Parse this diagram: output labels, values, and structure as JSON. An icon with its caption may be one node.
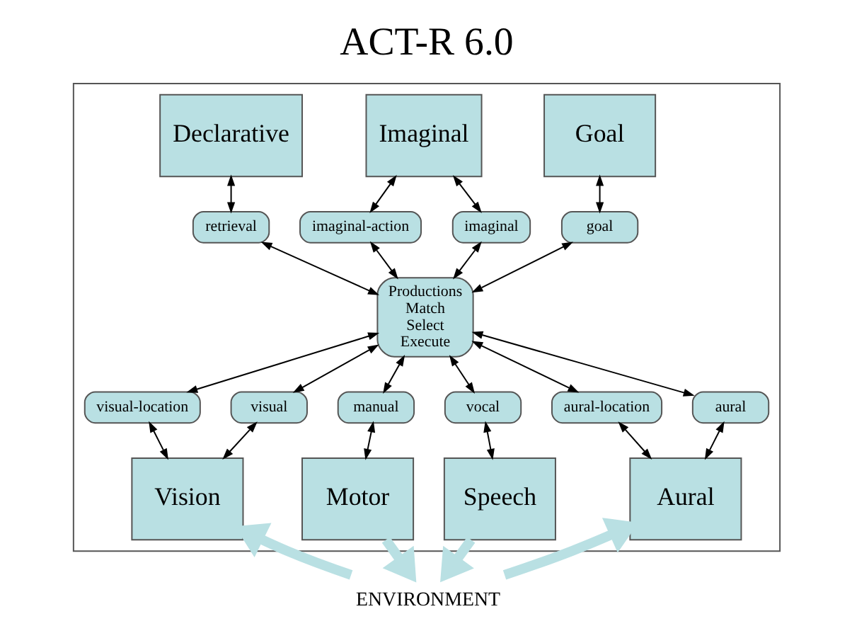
{
  "diagram": {
    "title": "ACT-R 6.0",
    "nodes": [
      {
        "text": [],
        "shape": "box"
      },
      {
        "text": [
          "Goal"
        ],
        "in": 0
      },
      {
        "text": [
          "goal"
        ],
        "in": 0
      },
      {
        "text": [
          "Imaginal"
        ],
        "in": 0
      },
      {
        "text": [
          "imaginal-action"
        ],
        "in": 0
      },
      {
        "text": [
          "imaginal"
        ],
        "in": 0
      },
      {
        "text": [
          "Declarative"
        ],
        "in": 0
      },
      {
        "text": [
          "retrieval"
        ],
        "in": 0
      },
      {
        "text": [
          "Productions",
          "Match",
          "Select",
          "Execute"
        ],
        "in": 0
      },
      {
        "text": [
          "visual-location"
        ],
        "in": 0
      },
      {
        "text": [
          "visual"
        ],
        "in": 0
      },
      {
        "text": [
          "Vision"
        ],
        "in": 0
      },
      {
        "text": [
          "manual"
        ],
        "in": 0
      },
      {
        "text": [
          "Motor"
        ],
        "in": 0
      },
      {
        "text": [
          "vocal"
        ],
        "in": 0
      },
      {
        "text": [
          "Speech"
        ],
        "in": 0
      },
      {
        "text": [
          "aural-location"
        ],
        "in": 0
      },
      {
        "text": [
          "aural"
        ],
        "in": 0
      },
      {
        "text": [
          "Aural"
        ],
        "in": 0
      },
      {
        "text": [
          "ENVIRONMENT"
        ]
      }
    ],
    "edges": [
      {
        "from": 1,
        "to": 2,
        "arrow": "both"
      },
      {
        "from": 2,
        "to": 8,
        "arrow": "both"
      },
      {
        "from": 3,
        "to": 4,
        "arrow": "both"
      },
      {
        "from": 3,
        "to": 5,
        "arrow": "both"
      },
      {
        "from": 4,
        "to": 8,
        "arrow": "both"
      },
      {
        "from": 5,
        "to": 8,
        "arrow": "both"
      },
      {
        "from": 6,
        "to": 7,
        "arrow": "both"
      },
      {
        "from": 7,
        "to": 8,
        "arrow": "both"
      },
      {
        "from": 8,
        "to": 9,
        "arrow": "both"
      },
      {
        "from": 8,
        "to": 10,
        "arrow": "both"
      },
      {
        "from": 9,
        "to": 11,
        "arrow": "both"
      },
      {
        "from": 10,
        "to": 11,
        "arrow": "both"
      },
      {
        "from": 8,
        "to": 12,
        "arrow": "both"
      },
      {
        "from": 12,
        "to": 13,
        "arrow": "both"
      },
      {
        "from": 8,
        "to": 14,
        "arrow": "both"
      },
      {
        "from": 14,
        "to": 15,
        "arrow": "both"
      },
      {
        "from": 8,
        "to": 16,
        "arrow": "both"
      },
      {
        "from": 8,
        "to": 17,
        "arrow": "both"
      },
      {
        "from": 16,
        "to": 18,
        "arrow": "both"
      },
      {
        "from": 17,
        "to": 18,
        "arrow": "both"
      },
      {
        "from": 19,
        "to": 11,
        "arrow": "to",
        "style": "thick",
        "color": "#b9e0e3"
      },
      {
        "from": 13,
        "to": 19,
        "arrow": "to",
        "style": "thick",
        "color": "#b9e0e3"
      },
      {
        "from": 15,
        "to": 19,
        "arrow": "to",
        "style": "thick",
        "color": "#b9e0e3"
      },
      {
        "from": 19,
        "to": 18,
        "arrow": "to",
        "style": "thick",
        "color": "#b9e0e3"
      }
    ]
  }
}
